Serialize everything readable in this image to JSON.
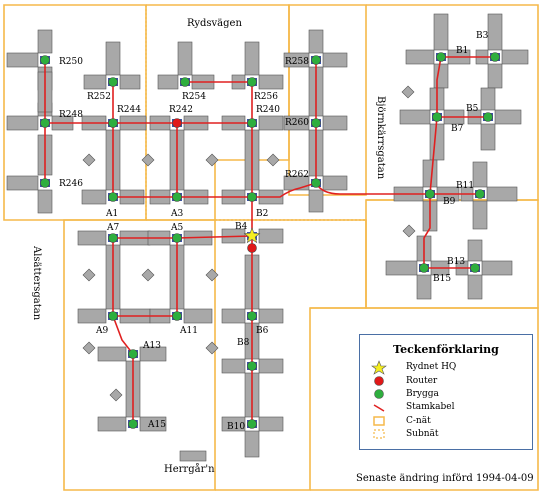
{
  "roads": {
    "rydsvagen": "Rydsvägen",
    "bjornkarrsgatan": "Björnkärrsgatan",
    "alsattersgatan": "Alsättersgatan",
    "herrgarn": "Herrgår'n"
  },
  "nodes": [
    {
      "id": "R250",
      "label": "R250",
      "kind": "bridge"
    },
    {
      "id": "R248",
      "label": "R248",
      "kind": "bridge"
    },
    {
      "id": "R246",
      "label": "R246",
      "kind": "bridge"
    },
    {
      "id": "R252",
      "label": "R252",
      "kind": "bridge"
    },
    {
      "id": "R244",
      "label": "R244",
      "kind": "bridge"
    },
    {
      "id": "A1",
      "label": "A1",
      "kind": "bridge"
    },
    {
      "id": "R254",
      "label": "R254",
      "kind": "bridge"
    },
    {
      "id": "R242",
      "label": "R242",
      "kind": "router"
    },
    {
      "id": "A3",
      "label": "A3",
      "kind": "bridge"
    },
    {
      "id": "R256",
      "label": "R256",
      "kind": "bridge"
    },
    {
      "id": "R240",
      "label": "R240",
      "kind": "bridge"
    },
    {
      "id": "B2",
      "label": "B2",
      "kind": "bridge"
    },
    {
      "id": "R258",
      "label": "R258",
      "kind": "bridge"
    },
    {
      "id": "R260",
      "label": "R260",
      "kind": "bridge"
    },
    {
      "id": "R262",
      "label": "R262",
      "kind": "bridge"
    },
    {
      "id": "B3",
      "label": "B3",
      "kind": "bridge"
    },
    {
      "id": "B1",
      "label": "B1",
      "kind": "bridge"
    },
    {
      "id": "B5",
      "label": "B5",
      "kind": "bridge"
    },
    {
      "id": "B7",
      "label": "B7",
      "kind": "bridge"
    },
    {
      "id": "B11",
      "label": "B11",
      "kind": "bridge"
    },
    {
      "id": "B9",
      "label": "B9",
      "kind": "bridge"
    },
    {
      "id": "B13",
      "label": "B13",
      "kind": "bridge"
    },
    {
      "id": "B15",
      "label": "B15",
      "kind": "bridge"
    },
    {
      "id": "A7",
      "label": "A7",
      "kind": "bridge"
    },
    {
      "id": "A9",
      "label": "A9",
      "kind": "bridge"
    },
    {
      "id": "A5",
      "label": "A5",
      "kind": "bridge"
    },
    {
      "id": "A11",
      "label": "A11",
      "kind": "bridge"
    },
    {
      "id": "B4",
      "label": "B4",
      "kind": "hq"
    },
    {
      "id": "B4R",
      "label": "",
      "kind": "router"
    },
    {
      "id": "B6",
      "label": "B6",
      "kind": "bridge"
    },
    {
      "id": "B8",
      "label": "B8",
      "kind": "bridge"
    },
    {
      "id": "B10",
      "label": "B10",
      "kind": "bridge"
    },
    {
      "id": "A13",
      "label": "A13",
      "kind": "bridge"
    },
    {
      "id": "A15",
      "label": "A15",
      "kind": "bridge"
    }
  ],
  "links": [
    [
      "R250",
      "R248"
    ],
    [
      "R248",
      "R246"
    ],
    [
      "R248",
      "R244"
    ],
    [
      "R252",
      "R244"
    ],
    [
      "R244",
      "A1"
    ],
    [
      "R244",
      "R242"
    ],
    [
      "R254",
      "R256"
    ],
    [
      "R242",
      "R240"
    ],
    [
      "R242",
      "A3"
    ],
    [
      "R256",
      "R240"
    ],
    [
      "R240",
      "B2"
    ],
    [
      "A1",
      "A3"
    ],
    [
      "A3",
      "B2"
    ],
    [
      "R258",
      "R260"
    ],
    [
      "R260",
      "R262"
    ],
    [
      "B2",
      "R262"
    ],
    [
      "R262",
      "B9"
    ],
    [
      "B1",
      "B3"
    ],
    [
      "B1",
      "B7"
    ],
    [
      "B7",
      "B5"
    ],
    [
      "B7",
      "B9"
    ],
    [
      "B9",
      "B11"
    ],
    [
      "B9",
      "B15"
    ],
    [
      "B15",
      "B13"
    ],
    [
      "B2",
      "B4"
    ],
    [
      "B4",
      "B4R"
    ],
    [
      "B4R",
      "B6"
    ],
    [
      "B6",
      "B8"
    ],
    [
      "B8",
      "B10"
    ],
    [
      "A7",
      "A5"
    ],
    [
      "A5",
      "B4"
    ],
    [
      "A7",
      "A9"
    ],
    [
      "A5",
      "A11"
    ],
    [
      "A9",
      "A11"
    ],
    [
      "A9",
      "A13"
    ],
    [
      "A13",
      "A15"
    ]
  ],
  "legend": {
    "title": "Teckenförklaring",
    "items": [
      {
        "key": "hq",
        "label": "Rydnet HQ"
      },
      {
        "key": "router",
        "label": "Router"
      },
      {
        "key": "bridge",
        "label": "Brygga"
      },
      {
        "key": "cable",
        "label": "Stamkabel"
      },
      {
        "key": "cnet",
        "label": "C-nät"
      },
      {
        "key": "subnet",
        "label": "Subnät"
      }
    ]
  },
  "footer": "Senaste ändring införd 1994-04-09",
  "colors": {
    "building": "#a8a8a8",
    "building_edge": "#555555",
    "entrance": "#3a54a8",
    "cable": "#e02020",
    "bridge": "#2eae3e",
    "router": "#e01818",
    "hq": "#f5ee20",
    "cnet": "#f5b94a",
    "subnet": "#f5b94a"
  }
}
